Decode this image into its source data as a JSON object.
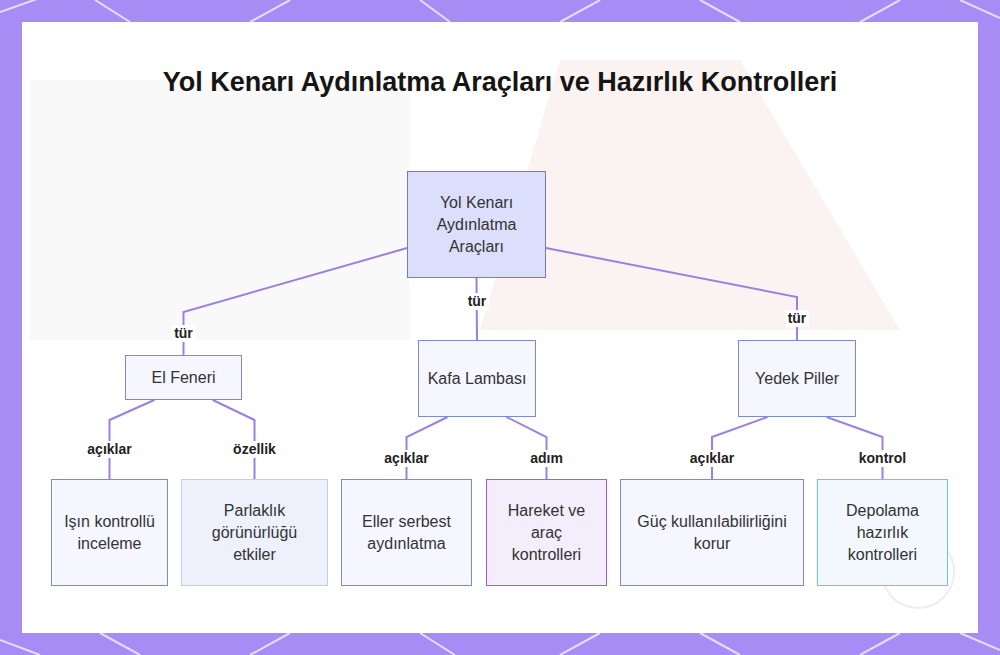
{
  "diagram": {
    "title": "Yol Kenarı Aydınlatma Araçları ve Hazırlık Kontrolleri",
    "nodes": [
      {
        "text": [
          "Yol Kenarı Aydınlatma Araçları"
        ]
      },
      {
        "text": [
          "El Feneri"
        ]
      },
      {
        "text": [
          "Kafa Lambası"
        ]
      },
      {
        "text": [
          "Yedek Piller"
        ]
      },
      {
        "text": [
          "Işın kontrollü inceleme"
        ]
      },
      {
        "text": [
          "Parlaklık görünürlüğü etkiler"
        ]
      },
      {
        "text": [
          "Eller serbest aydınlatma"
        ]
      },
      {
        "text": [
          "Hareket ve araç kontrolleri"
        ]
      },
      {
        "text": [
          "Güç kullanılabilirliğini korur"
        ]
      },
      {
        "text": [
          "Depolama hazırlık kontrolleri"
        ]
      }
    ],
    "edges": [
      {
        "from": 0,
        "to": 1,
        "label": "tür",
        "arrow": "none"
      },
      {
        "from": 0,
        "to": 2,
        "label": "tür",
        "arrow": "none"
      },
      {
        "from": 0,
        "to": 3,
        "label": "tür",
        "arrow": "none"
      },
      {
        "from": 1,
        "to": 4,
        "label": "açıklar",
        "arrow": "none"
      },
      {
        "from": 1,
        "to": 5,
        "label": "özellik",
        "arrow": "none"
      },
      {
        "from": 2,
        "to": 6,
        "label": "açıklar",
        "arrow": "none"
      },
      {
        "from": 2,
        "to": 7,
        "label": "adım",
        "arrow": "none"
      },
      {
        "from": 3,
        "to": 8,
        "label": "açıklar",
        "arrow": "none"
      },
      {
        "from": 3,
        "to": 9,
        "label": "kontrol",
        "arrow": "none"
      }
    ]
  }
}
